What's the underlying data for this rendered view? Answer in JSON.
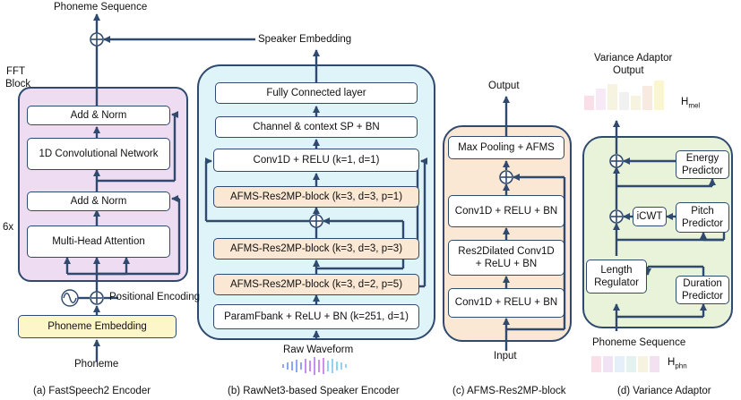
{
  "panel_a": {
    "top_label": "Phoneme Sequence",
    "fft_label_1": "FFT",
    "fft_label_2": "Block",
    "add_norm_top": "Add & Norm",
    "conv_net": "1D Convolutional Network",
    "add_norm_bottom": "Add & Norm",
    "repeat_label": "6x",
    "mha": "Multi-Head Attention",
    "positional_encoding": "Positional Encoding",
    "phoneme_embedding": "Phoneme Embedding",
    "bottom_label": "Phoneme",
    "caption": "(a) FastSpeech2 Encoder"
  },
  "panel_b": {
    "top_label": "Speaker Embedding",
    "fc": "Fully Connected layer",
    "channel_sp": "Channel & context SP + BN",
    "conv_relu": "Conv1D + RELU (k=1, d=1)",
    "block_3": "AFMS-Res2MP-block (k=3, d=3, p=1)",
    "block_2": "AFMS-Res2MP-block (k=3, d=3, p=3)",
    "block_1": "AFMS-Res2MP-block (k=3, d=2, p=5)",
    "paramfbank": "ParamFbank + ReLU + BN (k=251, d=1)",
    "bottom_label": "Raw Waveform",
    "caption": "(b) RawNet3-based Speaker Encoder"
  },
  "panel_c": {
    "top_label": "Output",
    "max_pool": "Max Pooling + AFMS",
    "conv_top": "Conv1D + RELU + BN",
    "res2dilated_1": "Res2Dilated Conv1D",
    "res2dilated_2": "+ ReLU + BN",
    "conv_bottom": "Conv1D + RELU + BN",
    "bottom_label": "Input",
    "caption": "(c) AFMS-Res2MP-block"
  },
  "panel_d": {
    "top_label_1": "Variance Adaptor",
    "top_label_2": "Output",
    "h_mel_main": "H",
    "h_mel_sub": "mel",
    "energy_1": "Energy",
    "energy_2": "Predictor",
    "icwt": "iCWT",
    "pitch_1": "Pitch",
    "pitch_2": "Predictor",
    "length_1": "Length",
    "length_2": "Regulator",
    "duration_1": "Duration",
    "duration_2": "Predictor",
    "bottom_label": "Phoneme Sequence",
    "h_phn_main": "H",
    "h_phn_sub": "phn",
    "caption": "(d) Variance Adaptor"
  },
  "colors": {
    "arrow": "#2f4a6e",
    "panel_a_fill": "#eedcf2",
    "panel_b_fill": "#def4f9",
    "panel_c_fill": "#fbe8d4",
    "panel_d_fill": "#e9f3d9"
  }
}
